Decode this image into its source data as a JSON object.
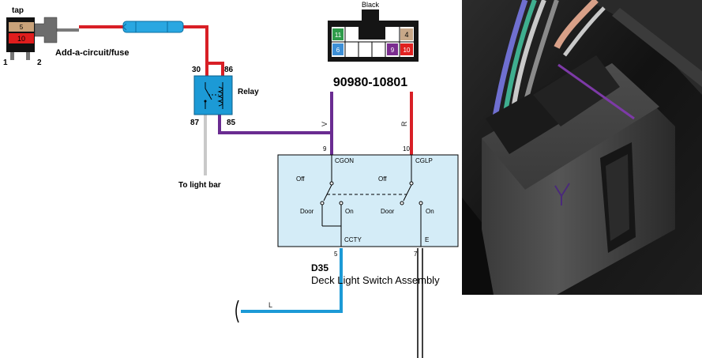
{
  "fuse_tap": {
    "tap_label": "tap",
    "top_value": "5",
    "bottom_value": "10",
    "pin_left": "1",
    "pin_right": "2",
    "caption": "Add-a-circuit/fuse"
  },
  "relay": {
    "label": "Relay",
    "pin_30": "30",
    "pin_86": "86",
    "pin_87": "87",
    "pin_85": "85",
    "output_label": "To light bar"
  },
  "connector": {
    "color_label": "Black",
    "part_number": "90980-10801",
    "cavities": [
      {
        "num": "11",
        "color": "#2e9b4a"
      },
      {
        "num": "4",
        "color": "#c8a889"
      },
      {
        "num": "6",
        "color": "#3d8fd6"
      },
      {
        "num": "9",
        "color": "#7b2c8f"
      },
      {
        "num": "10",
        "color": "#e02020"
      }
    ]
  },
  "switch": {
    "ref": "D35",
    "name": "Deck Light Switch Assembly",
    "term_cgon": "CGON",
    "term_cglp": "CGLP",
    "term_ccty": "CCTY",
    "term_e": "E",
    "pin_9": "9",
    "pin_10": "10",
    "pin_5": "5",
    "pin_7": "7",
    "left_off": "Off",
    "left_door": "Door",
    "left_on": "On",
    "right_off": "Off",
    "right_door": "Door",
    "right_on": "On",
    "fill_color": "#d4ecf7"
  },
  "wires": {
    "v_label": "V",
    "r_label": "R",
    "l_label": "L",
    "red": "#d81f26",
    "purple": "#6a2c91",
    "blue": "#1c9ad6",
    "gray": "#c9c9c9"
  }
}
